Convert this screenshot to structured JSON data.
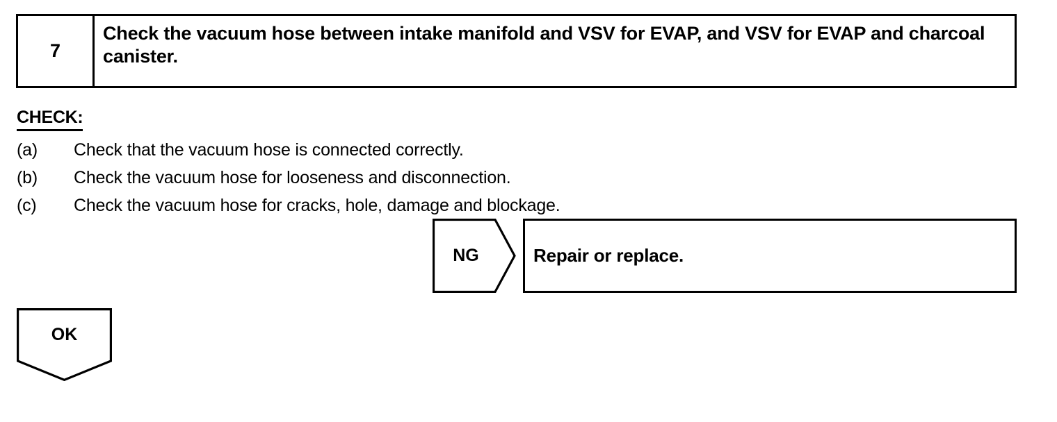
{
  "step": {
    "number": "7",
    "instruction": "Check the vacuum hose between intake manifold and VSV for EVAP, and VSV for EVAP and charcoal canister."
  },
  "check": {
    "heading": "CHECK:",
    "items": [
      {
        "label": "(a)",
        "text": "Check that the vacuum hose is connected correctly."
      },
      {
        "label": "(b)",
        "text": "Check the vacuum hose for looseness and disconnection."
      },
      {
        "label": "(c)",
        "text": "Check the vacuum hose for cracks, hole, damage and blockage."
      }
    ]
  },
  "branches": {
    "ng": {
      "label": "NG",
      "result": "Repair or replace."
    },
    "ok": {
      "label": "OK"
    }
  },
  "colors": {
    "ink": "#000000",
    "paper": "#ffffff"
  }
}
